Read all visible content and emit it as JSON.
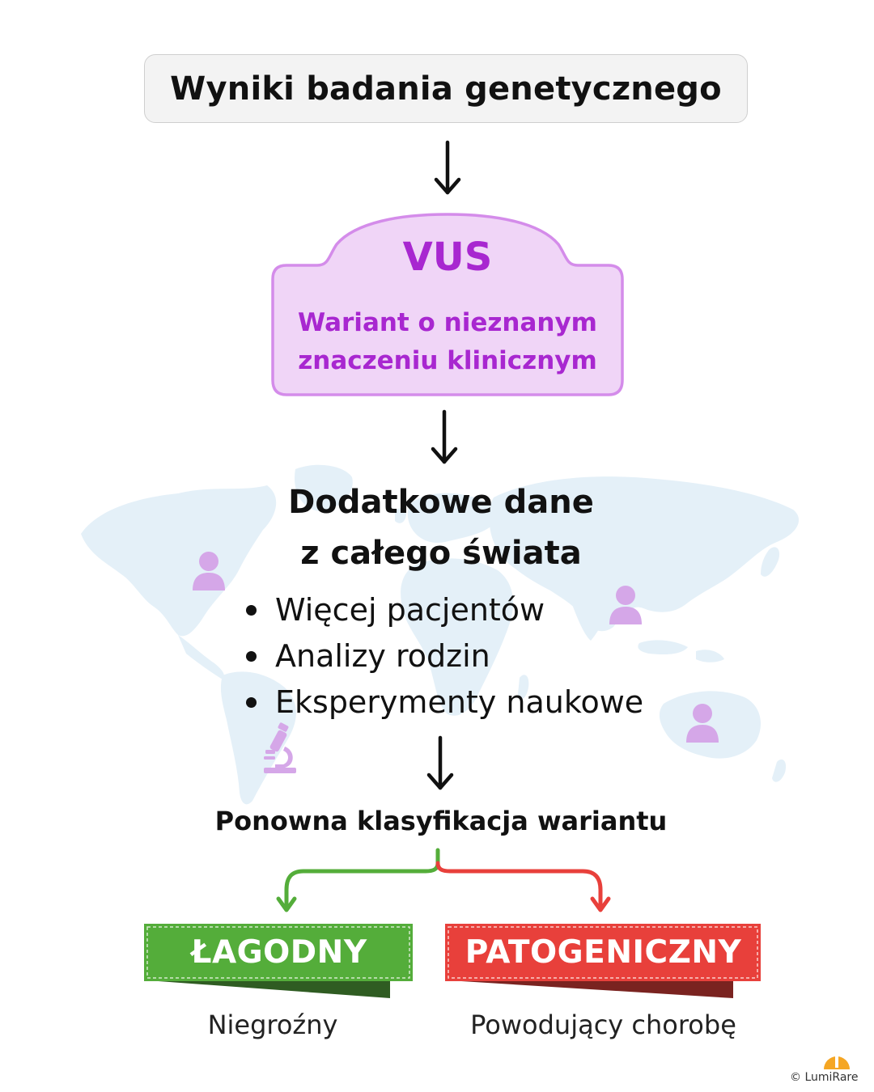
{
  "header": {
    "title": "Wyniki badania genetycznego"
  },
  "vus": {
    "title": "VUS",
    "subtitle_line1": "Wariant o nieznanym",
    "subtitle_line2": "znaczeniu klinicznym"
  },
  "world_data": {
    "title_line1": "Dodatkowe dane",
    "title_line2": "z całego świata",
    "bullets": [
      "Więcej pacjentów",
      "Analizy rodzin",
      "Eksperymenty naukowe"
    ]
  },
  "reclassification": {
    "title": "Ponowna klasyfikacja wariantu"
  },
  "outcomes": [
    {
      "label": "ŁAGODNY",
      "caption": "Niegroźny",
      "color": "#54ad3a",
      "shadow_color": "#2f5c22"
    },
    {
      "label": "PATOGENICZNY",
      "caption": "Powodujący chorobę",
      "color": "#e8403b",
      "shadow_color": "#7a2320"
    }
  ],
  "colors": {
    "vus_fill": "#f0d5f7",
    "vus_border": "#d48cea",
    "vus_text": "#a827d0",
    "map": "#e4f0f8",
    "person_icon": "#d5a7e8",
    "arrow": "#111111"
  },
  "footer": {
    "copyright": "© LumiRare"
  }
}
